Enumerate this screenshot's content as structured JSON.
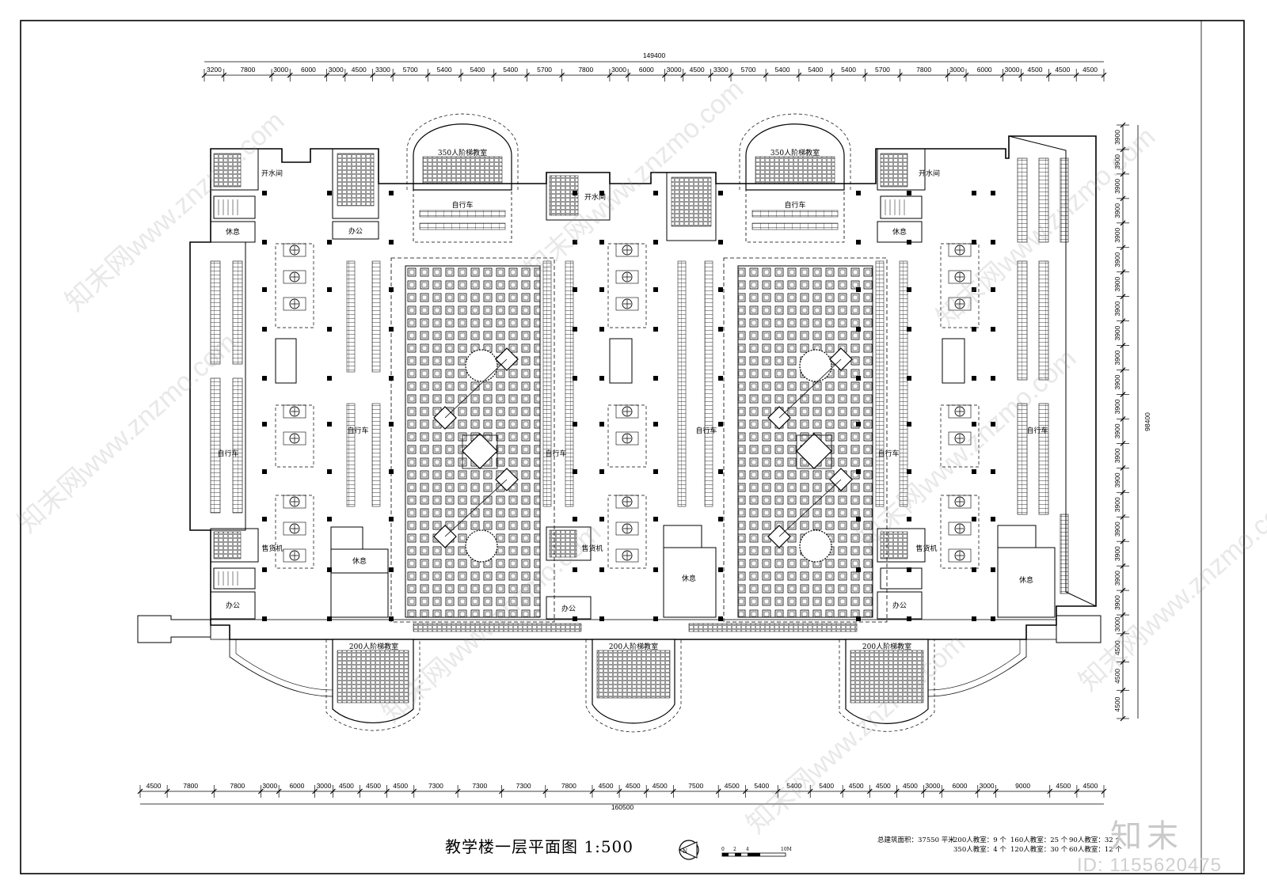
{
  "title": "教学楼一层平面图 1:500",
  "dims": {
    "top_total": "149400",
    "top_segments": [
      "3200",
      "7800",
      "3000",
      "6000",
      "3000",
      "4500",
      "3300",
      "5700",
      "5400",
      "5400",
      "5400",
      "5700",
      "7800",
      "3000",
      "6000",
      "3000",
      "4500",
      "3300",
      "5700",
      "5400",
      "5400",
      "5400",
      "5700",
      "7800",
      "3000",
      "6000",
      "3000",
      "4500",
      "4500",
      "4500"
    ],
    "bottom_total": "160500",
    "bottom_segments": [
      "4500",
      "7800",
      "7800",
      "3000",
      "6000",
      "3000",
      "4500",
      "4500",
      "4500",
      "7300",
      "7300",
      "7300",
      "7800",
      "4500",
      "4500",
      "4500",
      "7500",
      "4500",
      "5400",
      "5400",
      "5400",
      "4500",
      "4500",
      "4500",
      "3000",
      "6000",
      "3000",
      "9000",
      "4500",
      "4500"
    ],
    "right_total": "98400",
    "right_segments": [
      "3900",
      "3900",
      "3900",
      "3900",
      "3900",
      "3900",
      "3900",
      "3900",
      "3900",
      "3900",
      "3900",
      "3900",
      "3900",
      "3900",
      "3900",
      "3900",
      "3900",
      "3900",
      "3900",
      "3900",
      "3000",
      "4500",
      "4500",
      "4500"
    ]
  },
  "labels": {
    "lecture_350": "350人阶梯教室",
    "lecture_200": "200人阶梯教室",
    "bicycle": "自行车",
    "office": "办公",
    "rest": "休息",
    "water_room": "开水间",
    "vending": "售货机"
  },
  "stats": {
    "area": "总建筑面积：37550 平米",
    "row1": [
      "200人教室：9 个",
      "160人教室：25 个",
      "90人教室：32 个"
    ],
    "row2": [
      "350人教室：4 个",
      "120人教室：30 个",
      "60人教室：12 个"
    ]
  },
  "north_label": "N",
  "scale_labels": [
    "0",
    "2",
    "4",
    "10M"
  ],
  "brand": "知末",
  "image_id": "ID: 1155620475",
  "watermark": "知末网www.znzmo.com"
}
